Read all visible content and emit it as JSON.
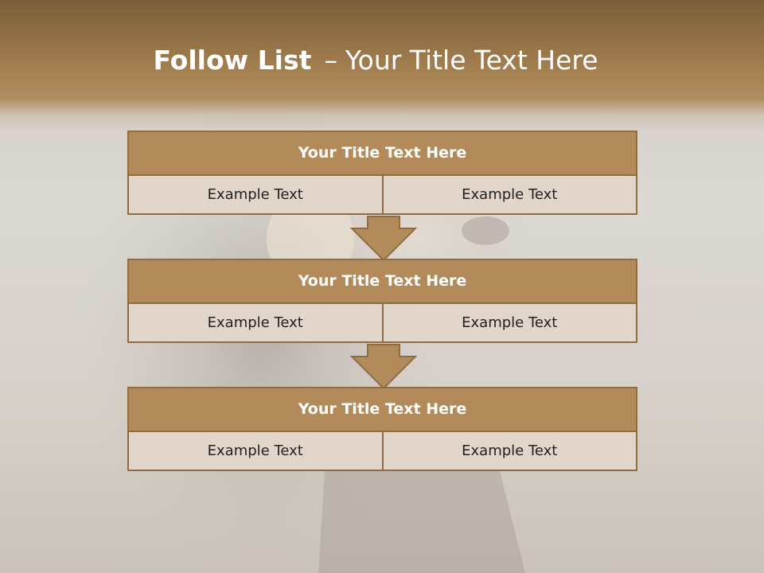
{
  "slide": {
    "title_bold": "Follow List",
    "title_dash": "–",
    "title_rest": "Your Title Text Here"
  },
  "blocks": [
    {
      "title": "Your Title Text Here",
      "left": "Example Text",
      "right": "Example Text"
    },
    {
      "title": "Your Title Text Here",
      "left": "Example Text",
      "right": "Example Text"
    },
    {
      "title": "Your Title Text Here",
      "left": "Example Text",
      "right": "Example Text"
    }
  ],
  "colors": {
    "banner": "#a98453",
    "block_title_fill": "#b38b5a",
    "block_border": "#8e6c44",
    "cell_fill": "#e2d5ca"
  },
  "icons": [
    "down-arrow-icon",
    "down-arrow-icon"
  ]
}
